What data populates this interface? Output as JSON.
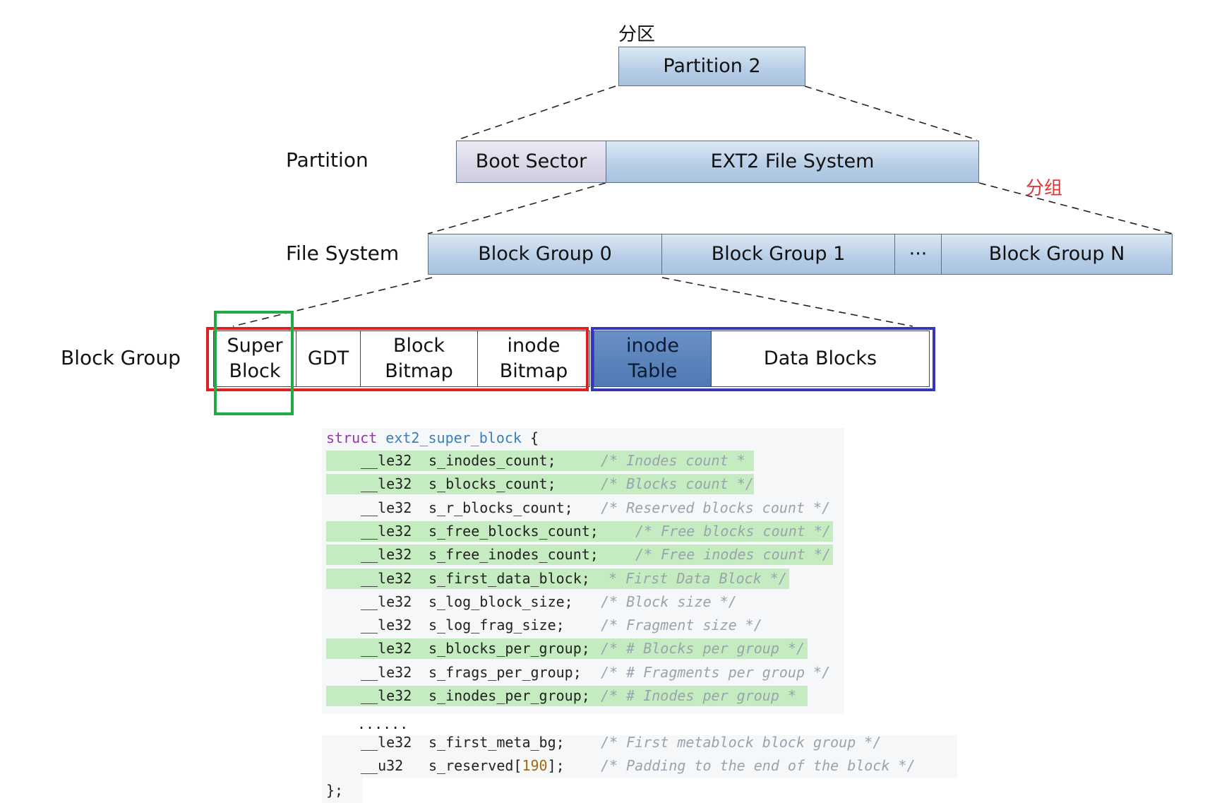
{
  "diagram": {
    "top_annotation": "分区",
    "side_annotation": "分组",
    "partition_box": "Partition 2",
    "levels": {
      "partition": {
        "label": "Partition",
        "boxes": [
          "Boot Sector",
          "EXT2 File System"
        ]
      },
      "file_system": {
        "label": "File System",
        "boxes": [
          "Block Group 0",
          "Block Group 1",
          "···",
          "Block Group N"
        ]
      },
      "block_group": {
        "label": "Block Group",
        "boxes": [
          {
            "line1": "Super",
            "line2": "Block"
          },
          {
            "line1": "GDT",
            "line2": ""
          },
          {
            "line1": "Block",
            "line2": "Bitmap"
          },
          {
            "line1": "inode",
            "line2": "Bitmap"
          },
          {
            "line1": "inode",
            "line2": "Table"
          },
          {
            "line1": "Data Blocks",
            "line2": ""
          }
        ]
      }
    },
    "colors": {
      "red_frame": "#e02020",
      "green_frame": "#22aa44",
      "blue_frame": "#3636b8",
      "highlight": "#c5ecc0"
    }
  },
  "code": {
    "header_kw": "struct",
    "header_name": "ext2_super_block",
    "header_brace": "{",
    "fields": [
      {
        "type": "__le32",
        "name": "s_inodes_count;",
        "comment": "/* Inodes count *",
        "highlight": true
      },
      {
        "type": "__le32",
        "name": "s_blocks_count;",
        "comment": "/* Blocks count */",
        "highlight": true
      },
      {
        "type": "__le32",
        "name": "s_r_blocks_count;",
        "comment": "/* Reserved blocks count */",
        "highlight": false
      },
      {
        "type": "__le32",
        "name": "s_free_blocks_count;",
        "comment": "/* Free blocks count */",
        "highlight": true
      },
      {
        "type": "__le32",
        "name": "s_free_inodes_count;",
        "comment": "/* Free inodes count */",
        "highlight": true
      },
      {
        "type": "__le32",
        "name": "s_first_data_block;",
        "comment": "* First Data Block */",
        "highlight": true
      },
      {
        "type": "__le32",
        "name": "s_log_block_size;",
        "comment": "/* Block size */",
        "highlight": false
      },
      {
        "type": "__le32",
        "name": "s_log_frag_size;",
        "comment": "/* Fragment size */",
        "highlight": false
      },
      {
        "type": "__le32",
        "name": "s_blocks_per_group;",
        "comment": "/* # Blocks per group */",
        "highlight": true
      },
      {
        "type": "__le32",
        "name": "s_frags_per_group;",
        "comment": "/* # Fragments per group */",
        "highlight": false
      },
      {
        "type": "__le32",
        "name": "s_inodes_per_group;",
        "comment": "/* # Inodes per group *",
        "highlight": true
      }
    ],
    "ellipsis": "......",
    "tail_fields": [
      {
        "type": "__le32",
        "name": "s_first_meta_bg;",
        "num": "",
        "suffix": "",
        "comment": "/* First metablock block group */"
      },
      {
        "type": "__u32",
        "name": "s_reserved[",
        "num": "190",
        "suffix": "];",
        "comment": "/* Padding to the end of the block */"
      }
    ],
    "closing": "};"
  }
}
